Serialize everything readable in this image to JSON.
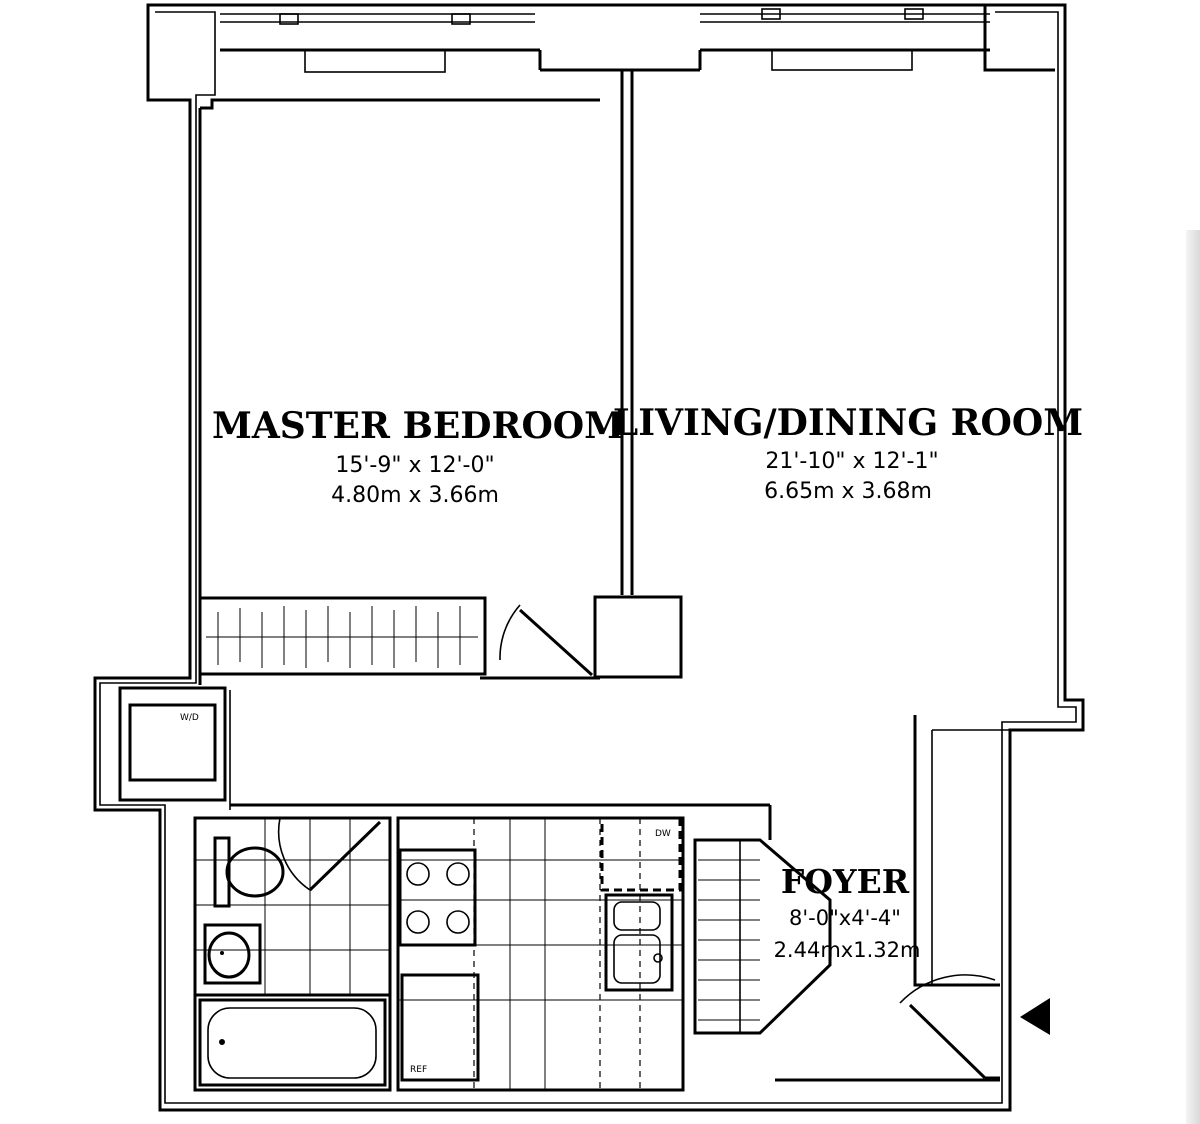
{
  "rooms": {
    "master_bedroom": {
      "name": "MASTER BEDROOM",
      "imperial": "15'-9\" x 12'-0\"",
      "metric": "4.80m x 3.66m"
    },
    "living_dining": {
      "name": "LIVING/DINING ROOM",
      "imperial": "21'-10\" x 12'-1\"",
      "metric": "6.65m x 3.68m"
    },
    "foyer": {
      "name": "FOYER",
      "imperial": "8'-0\"x4'-4\"",
      "metric": "2.44mx1.32m"
    }
  },
  "fixtures": {
    "refrigerator": "REF",
    "dishwasher": "DW",
    "washer_dryer": "W/D"
  },
  "icons": [
    "entrance-arrow-icon"
  ]
}
